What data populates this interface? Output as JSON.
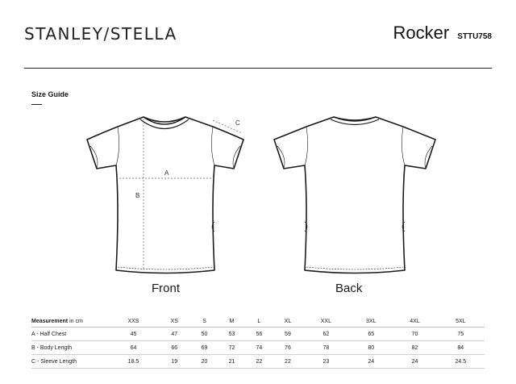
{
  "brand": {
    "logo_text": "STANLEY/STELLA"
  },
  "product": {
    "name": "Rocker",
    "code": "STTU758"
  },
  "section_title": "Size Guide",
  "views": {
    "front": "Front",
    "back": "Back"
  },
  "measure_labels": {
    "a": "A",
    "b": "B",
    "c": "C"
  },
  "table": {
    "header_bold": "Measurement",
    "header_unit": "in cm",
    "sizes": [
      "XXS",
      "XS",
      "S",
      "M",
      "L",
      "XL",
      "XXL",
      "3XL",
      "4XL",
      "5XL"
    ],
    "rows": [
      {
        "label": "A - Half Chest",
        "values": [
          "45",
          "47",
          "50",
          "53",
          "56",
          "59",
          "62",
          "65",
          "70",
          "75"
        ]
      },
      {
        "label": "B - Body Length",
        "values": [
          "64",
          "66",
          "69",
          "72",
          "74",
          "76",
          "78",
          "80",
          "82",
          "84"
        ]
      },
      {
        "label": "C - Sleeve Length",
        "values": [
          "18.5",
          "19",
          "20",
          "21",
          "22",
          "22",
          "23",
          "24",
          "24",
          "24.5"
        ]
      }
    ]
  }
}
